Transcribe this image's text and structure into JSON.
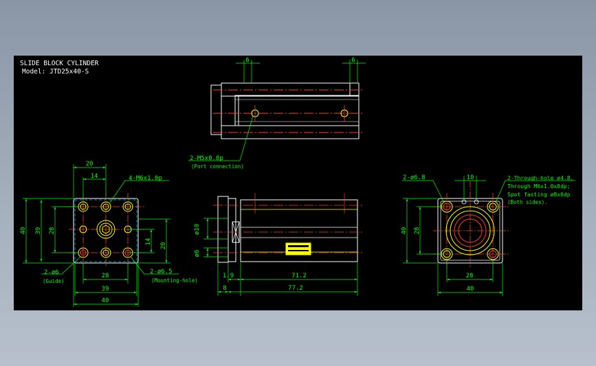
{
  "title": "SLIDE BLOCK CYLINDER",
  "model": "Model: JTD25x40-S",
  "top_view": {
    "dim_left": "6",
    "dim_right": "6",
    "port_label": "2-M5x0.8p",
    "port_note": "(Port connection)"
  },
  "left_view": {
    "dim_20_top": "20",
    "dim_14_top": "14",
    "tap_label": "4-M6x1.0p",
    "dim_40_left": "40",
    "dim_39_left": "39",
    "dim_28_left": "28",
    "dim_14_right": "14",
    "dim_20_right": "20",
    "guide_label": "2-ø6",
    "guide_note": "(Guide)",
    "mount_label": "2-ø6.5",
    "mount_note": "(Mounting-hole)",
    "dim_28_bottom": "28",
    "dim_39_bottom": "39",
    "dim_40_bottom": "40"
  },
  "front_view": {
    "dim_phi10": "ø10",
    "dim_phi6": "ø6",
    "dim_1_9": "1.9",
    "dim_71_2": "71.2",
    "dim_8": "8",
    "dim_77_2": "77.2"
  },
  "right_view": {
    "hole_label": "2-ø6.8",
    "dim_10": "10",
    "through_note": [
      "2-Through-hole ø4.8,",
      "Through M6x1.0x8dp;",
      "Spot fasting ø8x6dp",
      "(Both sides)."
    ],
    "dim_40_left": "40",
    "dim_28_left": "28",
    "dim_28_bottom": "28",
    "dim_40_bottom": "40"
  },
  "colors": {
    "background": "#000000",
    "outline": "#ffffff",
    "center_line": "#ff3b30",
    "dimension": "#00ff00",
    "hole": "#ffff00",
    "hidden": "#00bfff",
    "label_plate": "#ffff00"
  }
}
